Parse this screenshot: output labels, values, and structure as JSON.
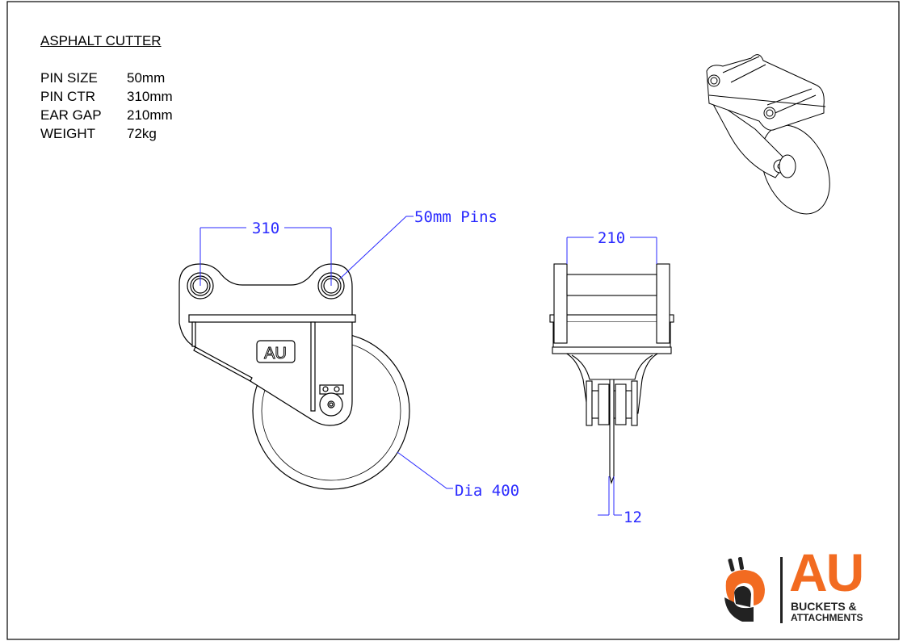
{
  "title": "ASPHALT CUTTER",
  "specs": [
    {
      "label": "PIN SIZE",
      "value": "50mm"
    },
    {
      "label": "PIN CTR",
      "value": "310mm"
    },
    {
      "label": "EAR GAP",
      "value": "210mm"
    },
    {
      "label": "WEIGHT",
      "value": "72kg"
    }
  ],
  "dimensions": {
    "pin_centre": "310",
    "pin_label": "50mm Pins",
    "wheel_dia": "Dia 400",
    "ear_gap": "210",
    "blade_thickness": "12"
  },
  "badge": "AU",
  "logo": {
    "main": "AU",
    "line1": "BUCKETS &",
    "line2": "ATTACHMENTS",
    "accent": "#f26b21"
  },
  "colors": {
    "dimension": "#2a2aff",
    "line": "#000000"
  }
}
